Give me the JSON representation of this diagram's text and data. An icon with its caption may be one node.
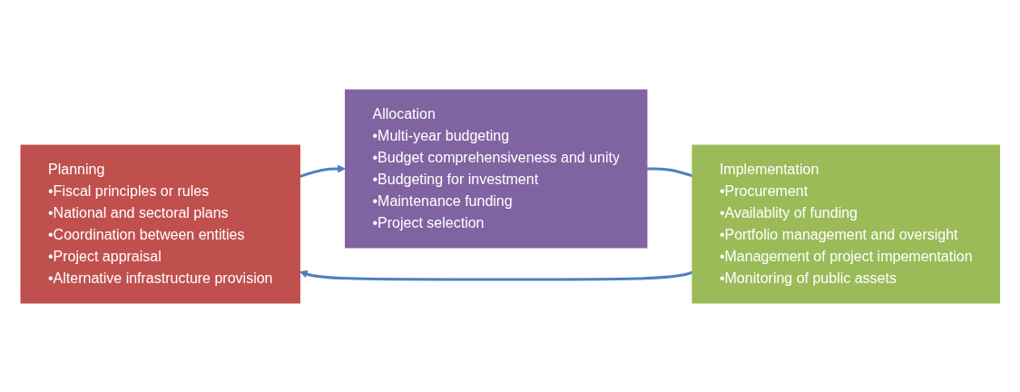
{
  "diagram": {
    "nodes": [
      {
        "text": [
          "Planning",
          "•Fiscal principles or rules",
          "•National and sectoral plans",
          "•Coordination between entities",
          "•Project appraisal",
          "•Alternative infrastructure provision"
        ]
      },
      {
        "text": [
          "Allocation",
          "•Multi-year budgeting",
          "•Budget comprehensiveness and unity",
          "•Budgeting for investment",
          "•Maintenance funding",
          "•Project selection"
        ]
      },
      {
        "text": [
          "Implementation",
          "•Procurement",
          "•Availablity of funding",
          "•Portfolio management and oversight",
          "•Management of project impementation",
          "•Monitoring of public assets"
        ]
      }
    ],
    "edges": [
      {
        "from": 0,
        "to": 1,
        "arrow": "to"
      },
      {
        "from": 1,
        "to": 2,
        "arrow": "none"
      },
      {
        "from": 2,
        "to": 0,
        "arrow": "to"
      }
    ]
  }
}
